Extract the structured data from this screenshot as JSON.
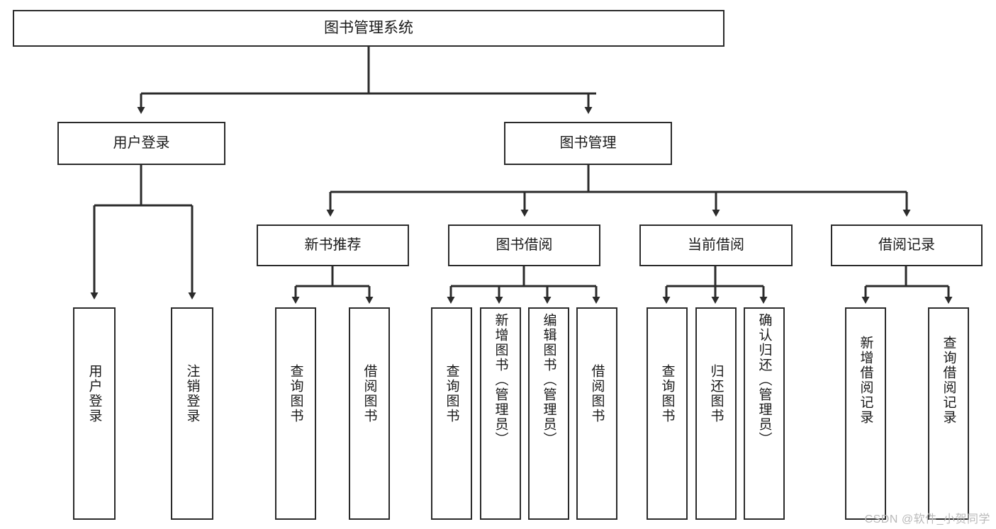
{
  "diagram": {
    "title": "图书管理系统",
    "type": "tree-hierarchy-chart",
    "orientation": "top-down",
    "colors": {
      "box_border": "#2b2b2b",
      "box_fill": "#ffffff",
      "connector": "#2b2b2b",
      "text": "#1a1a1a",
      "watermark": "#b9b9b9",
      "background": "#ffffff"
    },
    "root": {
      "id": "root",
      "label": "图书管理系统"
    },
    "level2": [
      {
        "id": "user-login",
        "label": "用户登录"
      },
      {
        "id": "book-management",
        "label": "图书管理"
      }
    ],
    "level3": [
      {
        "id": "new-book-recommend",
        "label": "新书推荐",
        "parent": "book-management"
      },
      {
        "id": "book-borrow",
        "label": "图书借阅",
        "parent": "book-management"
      },
      {
        "id": "current-borrow",
        "label": "当前借阅",
        "parent": "book-management"
      },
      {
        "id": "borrow-record",
        "label": "借阅记录",
        "parent": "book-management"
      }
    ],
    "leaves": [
      {
        "id": "leaf-user-login",
        "label": "用户登录",
        "parent": "user-login"
      },
      {
        "id": "leaf-logout-login",
        "label": "注销登录",
        "parent": "user-login"
      },
      {
        "id": "leaf-query-book-1",
        "label": "查询图书",
        "parent": "new-book-recommend"
      },
      {
        "id": "leaf-borrow-book-1",
        "label": "借阅图书",
        "parent": "new-book-recommend"
      },
      {
        "id": "leaf-query-book-2",
        "label": "查询图书",
        "parent": "book-borrow"
      },
      {
        "id": "leaf-add-book",
        "label": "新增图书（管理员）",
        "parent": "book-borrow"
      },
      {
        "id": "leaf-edit-book",
        "label": "编辑图书（管理员）",
        "parent": "book-borrow"
      },
      {
        "id": "leaf-borrow-book-2",
        "label": "借阅图书",
        "parent": "book-borrow"
      },
      {
        "id": "leaf-query-book-3",
        "label": "查询图书",
        "parent": "current-borrow"
      },
      {
        "id": "leaf-return-book",
        "label": "归还图书",
        "parent": "current-borrow"
      },
      {
        "id": "leaf-confirm-return",
        "label": "确认归还（管理员）",
        "parent": "current-borrow"
      },
      {
        "id": "leaf-add-record",
        "label": "新增借阅记录",
        "parent": "borrow-record"
      },
      {
        "id": "leaf-query-record",
        "label": "查询借阅记录",
        "parent": "borrow-record"
      }
    ],
    "watermark": "CSDN @软件_小贺同学"
  }
}
